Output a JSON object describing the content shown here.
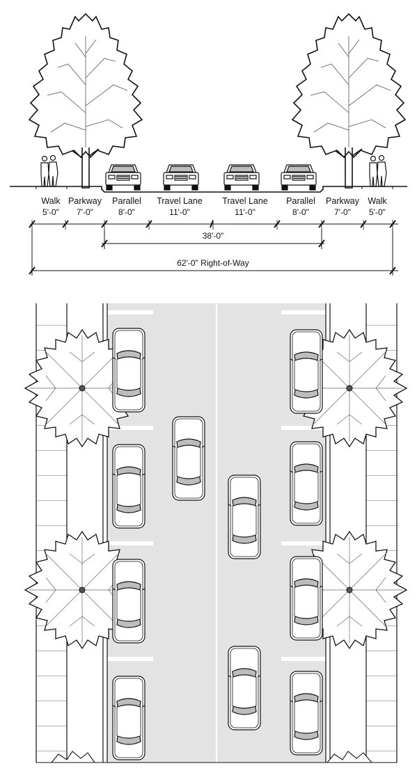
{
  "section": {
    "segments": [
      {
        "name": "Walk",
        "width": "5'-0\""
      },
      {
        "name": "Parkway",
        "width": "7'-0\""
      },
      {
        "name": "Parallel",
        "width": "8'-0\""
      },
      {
        "name": "Travel Lane",
        "width": "11'-0\""
      },
      {
        "name": "Travel Lane",
        "width": "11'-0\""
      },
      {
        "name": "Parallel",
        "width": "8'-0\""
      },
      {
        "name": "Parkway",
        "width": "7'-0\""
      },
      {
        "name": "Walk",
        "width": "5'-0\""
      }
    ],
    "curb_to_curb": "38'-0\"",
    "right_of_way": "62'-0\" Right-of-Way"
  },
  "colors": {
    "line": "#111111",
    "pavement": "#e3e3e3",
    "glass": "#bdbdbd"
  },
  "icons": [
    "deciduous-tree-icon",
    "pedestrian-icon",
    "car-front-icon",
    "car-top-icon",
    "tree-canopy-icon"
  ]
}
